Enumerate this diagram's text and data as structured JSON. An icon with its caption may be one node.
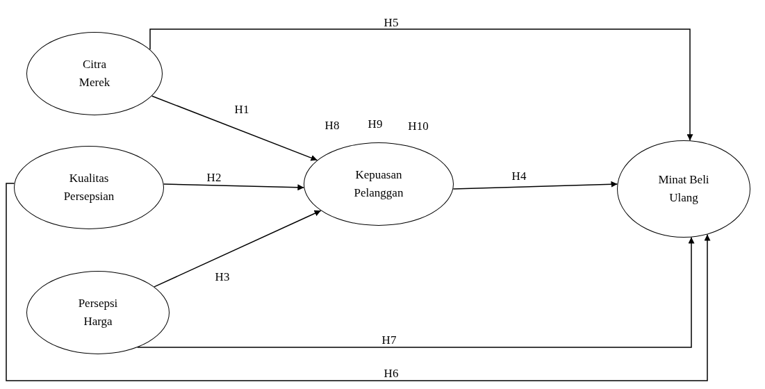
{
  "diagram": {
    "nodes": [
      {
        "text": [
          "Citra Merek"
        ]
      },
      {
        "text": [
          "Kualitas Persepsian"
        ]
      },
      {
        "text": [
          "Persepsi Harga"
        ]
      },
      {
        "text": [
          "Kepuasan Pelanggan"
        ]
      },
      {
        "text": [
          "Minat Beli Ulang"
        ]
      }
    ],
    "edges": [
      {
        "from": 0,
        "to": 4,
        "arrow": "to",
        "label": "H5"
      },
      {
        "from": 0,
        "to": 3,
        "arrow": "to",
        "label": "H1"
      },
      {
        "from": 1,
        "to": 3,
        "arrow": "to",
        "label": "H2"
      },
      {
        "from": 2,
        "to": 3,
        "arrow": "to",
        "label": "H3"
      },
      {
        "from": 3,
        "to": 4,
        "arrow": "to",
        "label": "H4"
      },
      {
        "from": 2,
        "to": 4,
        "arrow": "to",
        "label": "H7"
      },
      {
        "from": 1,
        "to": 4,
        "arrow": "to",
        "label": "H6"
      }
    ],
    "labels": [
      "H8",
      "H9",
      "H10"
    ]
  }
}
